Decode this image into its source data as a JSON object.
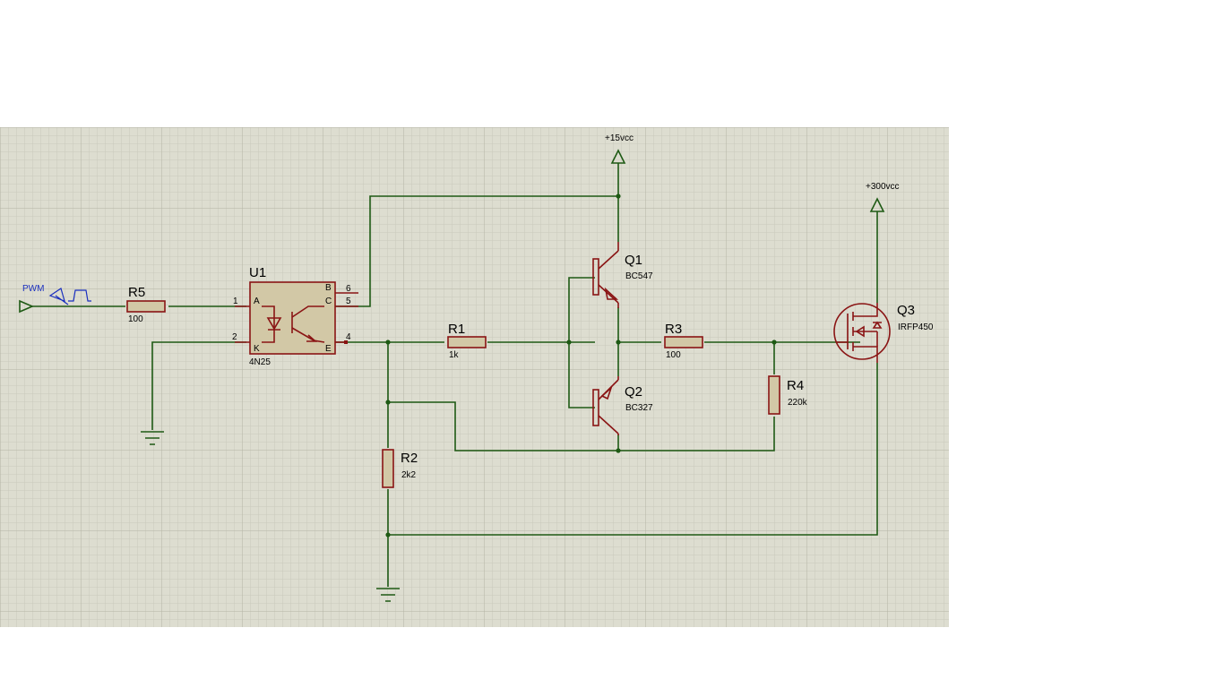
{
  "colors": {
    "background": "#ddddd0",
    "grid_minor": "#c9c9bb",
    "grid_major": "#b4b4a4",
    "wire": "#1e5a14",
    "component": "#8a1414",
    "component_fill": "#d2c8a6",
    "label": "#000000",
    "generator_label": "#1a2fbf"
  },
  "generator": {
    "label": "PWM",
    "icon": "pulse-generator-icon"
  },
  "power_rails": [
    {
      "id": "vcc15",
      "label": "+15vcc",
      "icon": "power-terminal-icon"
    },
    {
      "id": "vcc300",
      "label": "+300vcc",
      "icon": "power-terminal-icon"
    }
  ],
  "grounds": [
    {
      "id": "gnd1",
      "icon": "ground-icon"
    },
    {
      "id": "gnd2",
      "icon": "ground-icon"
    }
  ],
  "components": {
    "R5": {
      "ref": "R5",
      "value": "100"
    },
    "R1": {
      "ref": "R1",
      "value": "1k"
    },
    "R2": {
      "ref": "R2",
      "value": "2k2"
    },
    "R3": {
      "ref": "R3",
      "value": "100"
    },
    "R4": {
      "ref": "R4",
      "value": "220k"
    },
    "U1": {
      "ref": "U1",
      "value": "4N25",
      "pins": {
        "p1": "1",
        "p2": "2",
        "p4": "4",
        "p5": "5",
        "p6": "6",
        "A": "A",
        "K": "K",
        "B": "B",
        "C": "C",
        "E": "E"
      }
    },
    "Q1": {
      "ref": "Q1",
      "value": "BC547"
    },
    "Q2": {
      "ref": "Q2",
      "value": "BC327"
    },
    "Q3": {
      "ref": "Q3",
      "value": "IRFP450"
    }
  }
}
